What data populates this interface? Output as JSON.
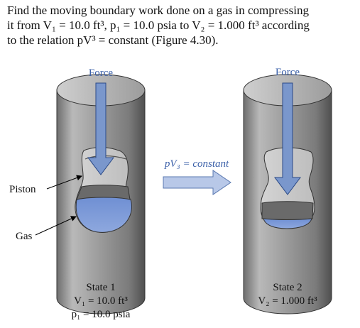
{
  "problem": {
    "line1": "Find the moving boundary work done on a gas in compressing",
    "line2": "it from V₁ = 10.0 ft³, p₁ = 10.0 psia to V₂ = 1.000 ft³ according",
    "line3": "to the relation pV³ = constant (Figure 4.30)."
  },
  "figure": {
    "force_left": "Force",
    "force_right": "Force",
    "piston_label": "Piston",
    "gas_label": "Gas",
    "process": "pV₃ = constant",
    "state1": {
      "title": "State 1",
      "volume": "V₁ = 10.0 ft³",
      "pressure": "p₁ = 10.0 psia"
    },
    "state2": {
      "title": "State 2",
      "volume": "V₂ = 1.000 ft³"
    }
  },
  "colors": {
    "label_blue": "#3a5fa8",
    "arrow_blue": "#7a97cc",
    "gas_blue": "#7d9ad6"
  }
}
